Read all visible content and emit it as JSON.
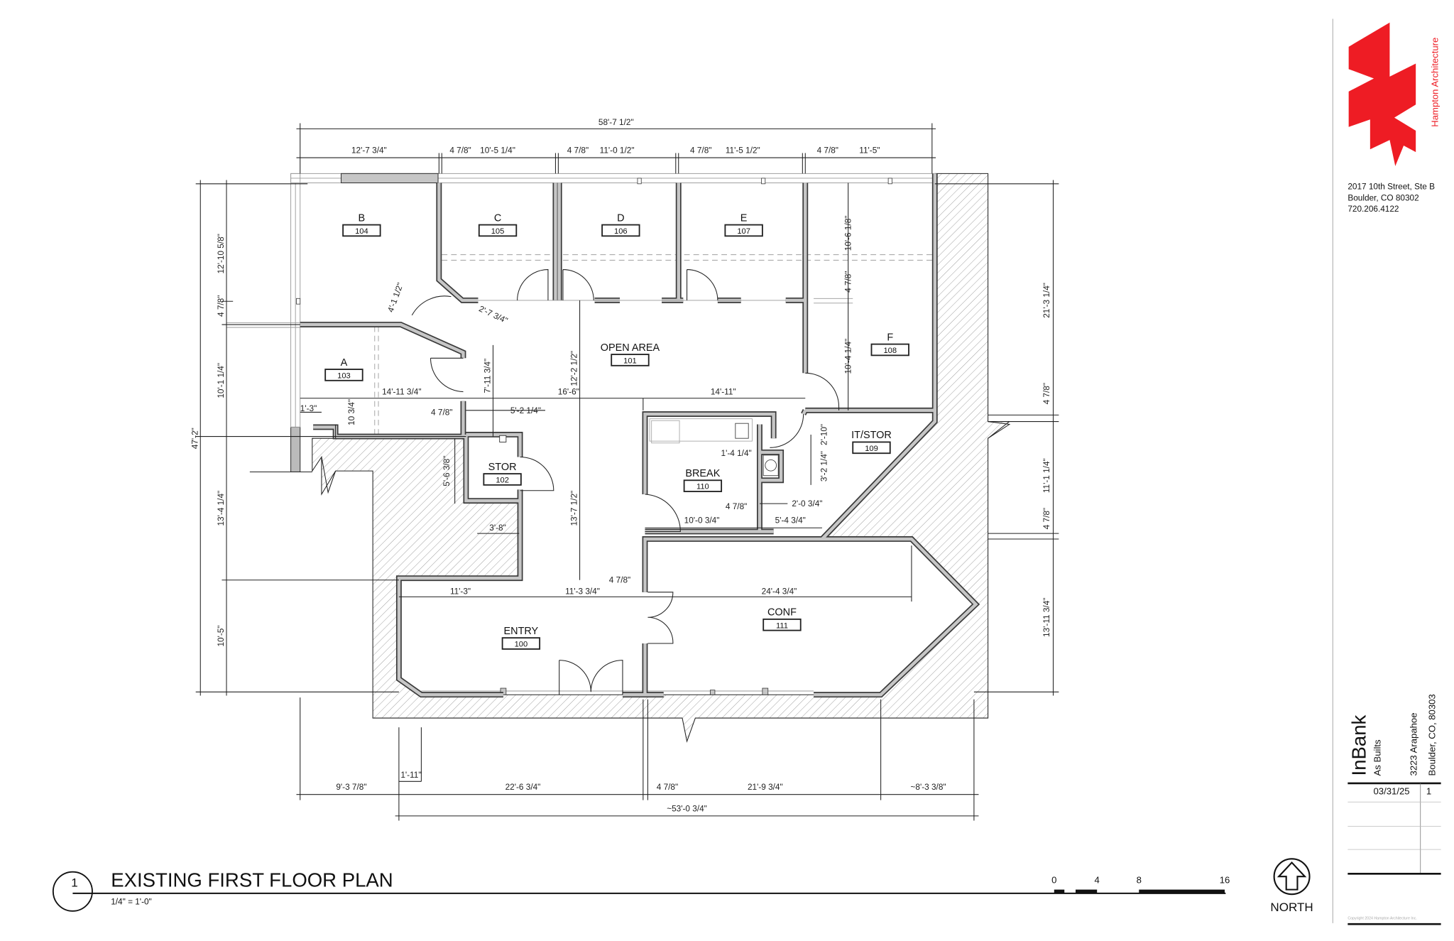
{
  "sheet": {
    "title": "EXISTING FIRST FLOOR PLAN",
    "drawing_number": "1",
    "scale": "1/4\" = 1'-0\"",
    "scale_bar": [
      "0",
      "4",
      "8",
      "16"
    ],
    "north_label": "NORTH"
  },
  "title_block": {
    "firm": "Hampton Architecture",
    "brand_color": "#ee1c24",
    "address": [
      "2017 10th Street, Ste B",
      "Boulder, CO 80302",
      "720.206.4122"
    ],
    "project": "InBank",
    "phase": "As Builts",
    "site_address": [
      "3223 Arapahoe",
      "Boulder, CO, 80303"
    ],
    "revisions": [
      {
        "date": "03/31/25",
        "number": "1"
      }
    ],
    "copyright": "Copyright 2024 Hampton Architecture Inc."
  },
  "rooms": [
    {
      "name": "B",
      "number": "104"
    },
    {
      "name": "C",
      "number": "105"
    },
    {
      "name": "D",
      "number": "106"
    },
    {
      "name": "E",
      "number": "107"
    },
    {
      "name": "A",
      "number": "103"
    },
    {
      "name": "OPEN AREA",
      "number": "101"
    },
    {
      "name": "STOR",
      "number": "102"
    },
    {
      "name": "BREAK",
      "number": "110"
    },
    {
      "name": "IT/STOR",
      "number": "109"
    },
    {
      "name": "F",
      "number": "108"
    },
    {
      "name": "CONF",
      "number": "111"
    },
    {
      "name": "ENTRY",
      "number": "100"
    }
  ],
  "dims": {
    "top_overall": "58'-7 1/2\"",
    "top": [
      "12'-7 3/4\"",
      "4 7/8\"",
      "10'-5 1/4\"",
      "4 7/8\"",
      "11'-0 1/2\"",
      "4 7/8\"",
      "11'-5 1/2\"",
      "4 7/8\"",
      "11'-5\""
    ],
    "left_overall": "47'-2\"",
    "left": [
      "12'-10 5/8\"",
      "4 7/8\"",
      "10'-1 1/4\"",
      "13'-4 1/4\"",
      "10'-5\""
    ],
    "right": [
      "21'-3 1/4\"",
      "4 7/8\"",
      "11'-1 1/4\"",
      "4 7/8\"",
      "13'-11 3/4\""
    ],
    "bottom": [
      "9'-3 7/8\"",
      "1'-11\"",
      "22'-6 3/4\"",
      "4 7/8\"",
      "21'-9 3/4\"",
      "~8'-3 3/8\""
    ],
    "bottom_overall": "~53'-0 3/4\"",
    "interior": [
      "10'-6 1/8\"",
      "4 7/8\"",
      "10'-4 1/4\"",
      "14'-11\"",
      "16'-6\"",
      "14'-11 3/4\"",
      "12'-2 1/2\"",
      "13'-7 1/2\"",
      "7'-11 3/4\"",
      "4'-1 1/2\"",
      "2'-7 3/4\"",
      "4 7/8\"",
      "5'-2 1/4\"",
      "1'-3\"",
      "10 3/4\"",
      "5'-6 3/8\"",
      "3'-8\"",
      "11'-3\"",
      "11'-3 3/4\"",
      "24'-4 3/4\"",
      "4 7/8\"",
      "1'-4 1/4\"",
      "2'-10\"",
      "3'-2 1/4\"",
      "2'-0 3/4\"",
      "4 7/8\"",
      "10'-0 3/4\"",
      "5'-4 3/4\""
    ]
  }
}
